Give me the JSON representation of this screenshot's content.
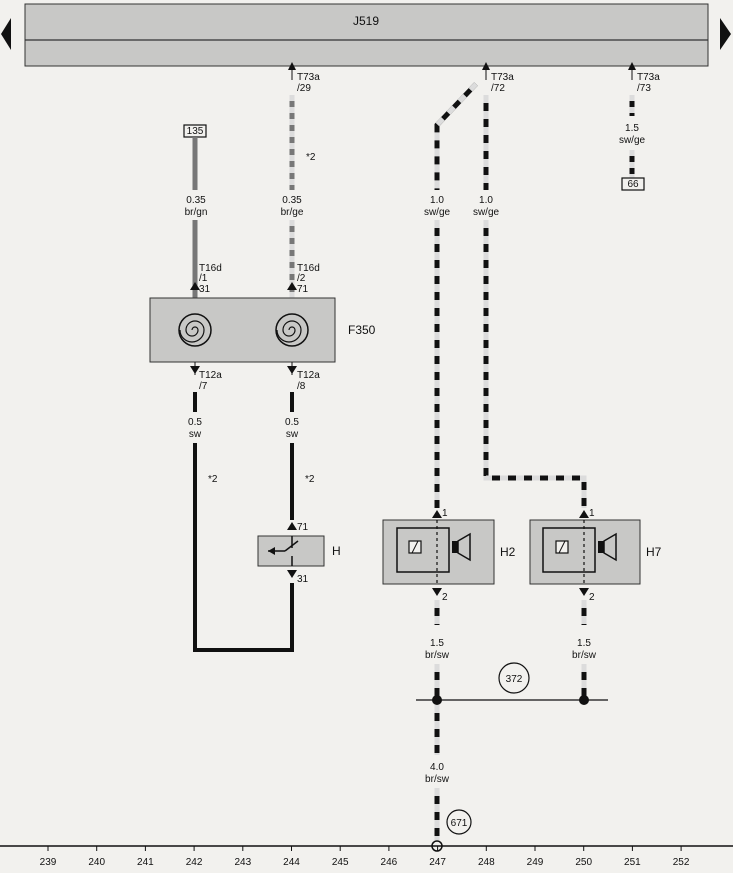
{
  "control_unit": {
    "name": "J519"
  },
  "pins": {
    "t73a_29": [
      "T73a",
      "/29"
    ],
    "t73a_72": [
      "T73a",
      "/72"
    ],
    "t73a_73": [
      "T73a",
      "/73"
    ],
    "t16d_1": [
      "T16d",
      "/1"
    ],
    "t16d_2": [
      "T16d",
      "/2"
    ],
    "t12a_7": [
      "T12a",
      "/7"
    ],
    "t12a_8": [
      "T12a",
      "/8"
    ],
    "pin_31a": "31",
    "pin_71a": "71",
    "pin_71b": "71",
    "pin_31b": "31",
    "h2_1": "1",
    "h2_2": "2",
    "h7_1": "1",
    "h7_2": "2"
  },
  "wires": {
    "w_135": [
      "0.35",
      "br/gn"
    ],
    "w_29": [
      "0.35",
      "br/ge"
    ],
    "w_h2_top": [
      "1.0",
      "sw/ge"
    ],
    "w_72": [
      "1.0",
      "sw/ge"
    ],
    "w_73": [
      "1.5",
      "sw/ge"
    ],
    "w_7": [
      "0.5",
      "sw"
    ],
    "w_8": [
      "0.5",
      "sw"
    ],
    "w_h2_bot": [
      "1.5",
      "br/sw"
    ],
    "w_h7_bot": [
      "1.5",
      "br/sw"
    ],
    "w_ground": [
      "4.0",
      "br/sw"
    ]
  },
  "components": {
    "f350": "F350",
    "h": "H",
    "h2": "H2",
    "h7": "H7"
  },
  "references": {
    "ref_135": "135",
    "ref_66": "66",
    "ref_372": "372",
    "ref_671": "671"
  },
  "footnotes": {
    "fn_a": "*2",
    "fn_b": "*2",
    "fn_c": "*2"
  },
  "grid_numbers": [
    "239",
    "240",
    "241",
    "242",
    "243",
    "244",
    "245",
    "246",
    "247",
    "248",
    "249",
    "250",
    "251",
    "252"
  ],
  "colors": {
    "housing": "#c8c8c6",
    "wire": "#1a1a1a",
    "wire_dash": "#dcdcdc",
    "background": "#f2f1ee"
  }
}
